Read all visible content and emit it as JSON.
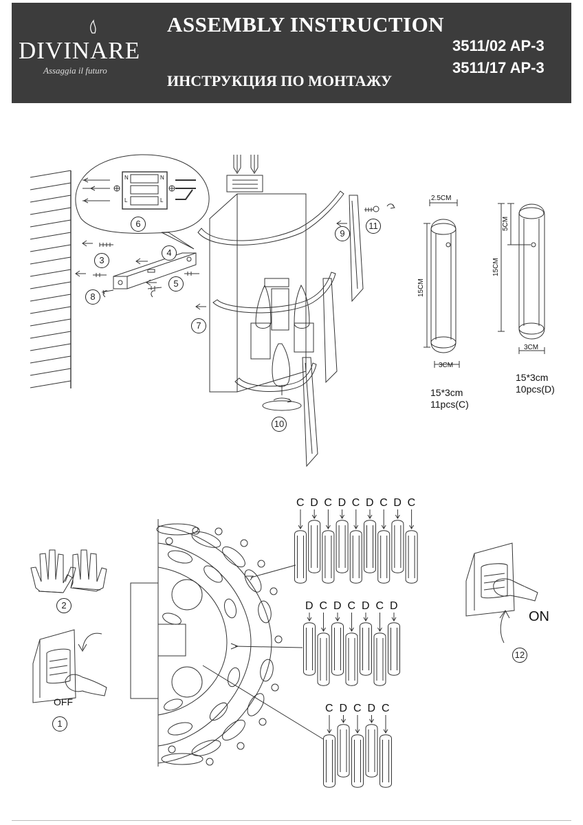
{
  "header": {
    "brand": "DIVINARE",
    "tagline": "Assaggia il futuro",
    "title_en": "ASSEMBLY INSTRUCTION",
    "title_ru": "ИНСТРУКЦИЯ ПО МОНТАЖУ",
    "models": [
      "3511/02 AP-3",
      "3511/17 AP-3"
    ]
  },
  "steps": {
    "s1": "1",
    "s2": "2",
    "s3": "3",
    "s4": "4",
    "s5": "5",
    "s6": "6",
    "s7": "7",
    "s8": "8",
    "s9": "9",
    "s10": "10",
    "s11": "11",
    "s12": "12"
  },
  "switch_labels": {
    "off": "OFF",
    "on": "ON"
  },
  "terminal_labels": {
    "n": "N",
    "l": "L"
  },
  "crystal_c": {
    "dim_width_top": "2.5CM",
    "dim_height": "15CM",
    "dim_width_bottom": "3CM",
    "size": "15*3cm",
    "quantity": "11pcs(C)"
  },
  "crystal_d": {
    "dim_hole": "5CM",
    "dim_height": "15CM",
    "dim_width_bottom": "3CM",
    "size": "15*3cm",
    "quantity": "10pcs(D)"
  },
  "rows": {
    "top": [
      "C",
      "D",
      "C",
      "D",
      "C",
      "D",
      "C",
      "D",
      "C"
    ],
    "middle": [
      "D",
      "C",
      "D",
      "C",
      "D",
      "C",
      "D"
    ],
    "bottom": [
      "C",
      "D",
      "C",
      "D",
      "C"
    ]
  }
}
